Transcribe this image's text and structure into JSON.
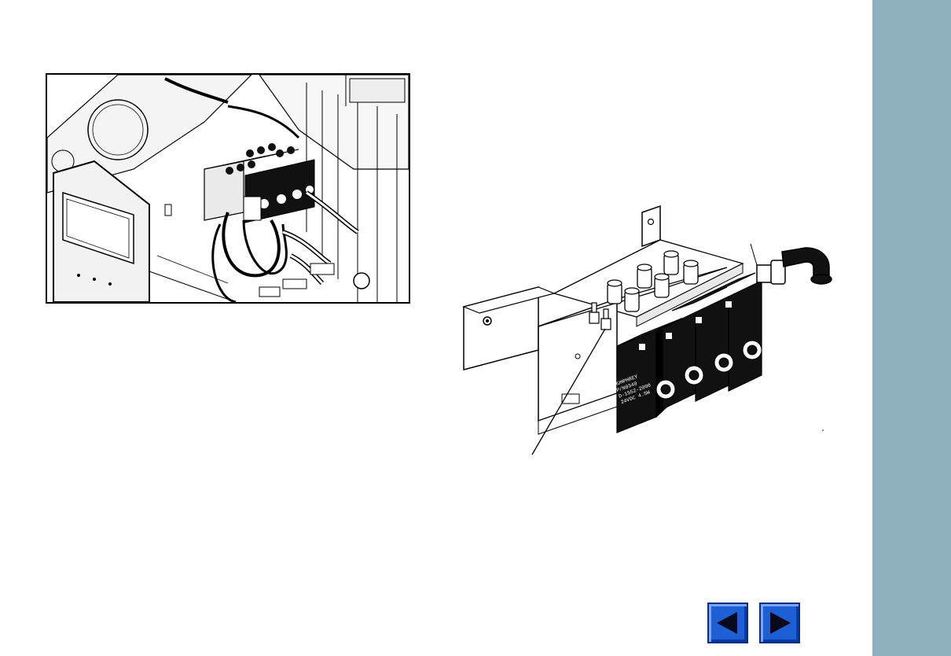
{
  "colors": {
    "sidebar": "#8fb0bf",
    "nav_button": "#1f5fd6",
    "nav_arrow": "#0a0a1e"
  },
  "navigation": {
    "previous_icon": "left-triangle-arrow",
    "next_icon": "right-triangle-arrow"
  },
  "diagram": {
    "coil_label_lines": [
      "HUMPHREY",
      "P/N0340",
      "D-1552-2000",
      "24VDC 4.5W"
    ]
  }
}
